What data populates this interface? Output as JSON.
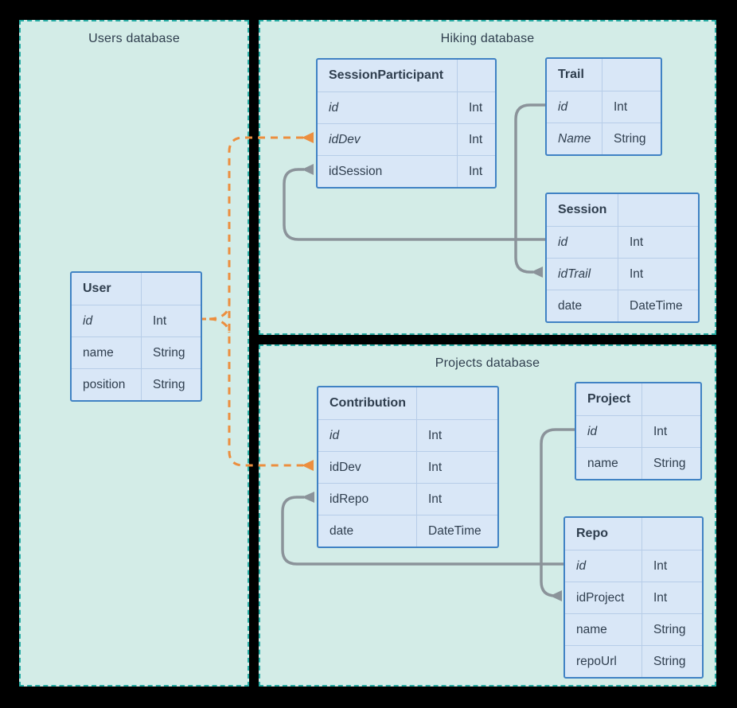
{
  "panels": {
    "users": {
      "title": "Users database"
    },
    "hiking": {
      "title": "Hiking database"
    },
    "projects": {
      "title": "Projects database"
    }
  },
  "tables": {
    "user": {
      "title": "User",
      "rows": [
        {
          "name": "id",
          "type": "Int"
        },
        {
          "name": "name",
          "type": "String"
        },
        {
          "name": "position",
          "type": "String"
        }
      ]
    },
    "sessionParticipant": {
      "title": "SessionParticipant",
      "rows": [
        {
          "name": "id",
          "type": "Int"
        },
        {
          "name": "idDev",
          "type": "Int"
        },
        {
          "name": "idSession",
          "type": "Int"
        }
      ]
    },
    "trail": {
      "title": "Trail",
      "rows": [
        {
          "name": "id",
          "type": "Int"
        },
        {
          "name": "Name",
          "type": "String"
        }
      ]
    },
    "session": {
      "title": "Session",
      "rows": [
        {
          "name": "id",
          "type": "Int"
        },
        {
          "name": "idTrail",
          "type": "Int"
        },
        {
          "name": "date",
          "type": "DateTime"
        }
      ]
    },
    "contribution": {
      "title": "Contribution",
      "rows": [
        {
          "name": "id",
          "type": "Int"
        },
        {
          "name": "idDev",
          "type": "Int"
        },
        {
          "name": "idRepo",
          "type": "Int"
        },
        {
          "name": "date",
          "type": "DateTime"
        }
      ]
    },
    "project": {
      "title": "Project",
      "rows": [
        {
          "name": "id",
          "type": "Int"
        },
        {
          "name": "name",
          "type": "String"
        }
      ]
    },
    "repo": {
      "title": "Repo",
      "rows": [
        {
          "name": "id",
          "type": "Int"
        },
        {
          "name": "idProject",
          "type": "Int"
        },
        {
          "name": "name",
          "type": "String"
        },
        {
          "name": "repoUrl",
          "type": "String"
        }
      ]
    }
  },
  "connectors": [
    {
      "from": "User.id",
      "to": "SessionParticipant.idDev",
      "style": "dashed-orange"
    },
    {
      "from": "User.id",
      "to": "Contribution.idDev",
      "style": "dashed-orange"
    },
    {
      "from": "Session.id",
      "to": "SessionParticipant.idSession",
      "style": "solid-gray"
    },
    {
      "from": "Trail.id",
      "to": "Session.idTrail",
      "style": "solid-gray"
    },
    {
      "from": "Repo.id",
      "to": "Contribution.idRepo",
      "style": "solid-gray"
    },
    {
      "from": "Project.id",
      "to": "Repo.idProject",
      "style": "solid-gray"
    }
  ],
  "colors": {
    "background": "#000000",
    "panel_fill": "#d3ece7",
    "panel_border": "#25aba3",
    "table_fill": "#d9e7f7",
    "table_border": "#4082c4",
    "table_grid": "#b7cde8",
    "text": "#2f3e4e",
    "connector_orange": "#ec8e3e",
    "connector_gray": "#8b939a"
  }
}
